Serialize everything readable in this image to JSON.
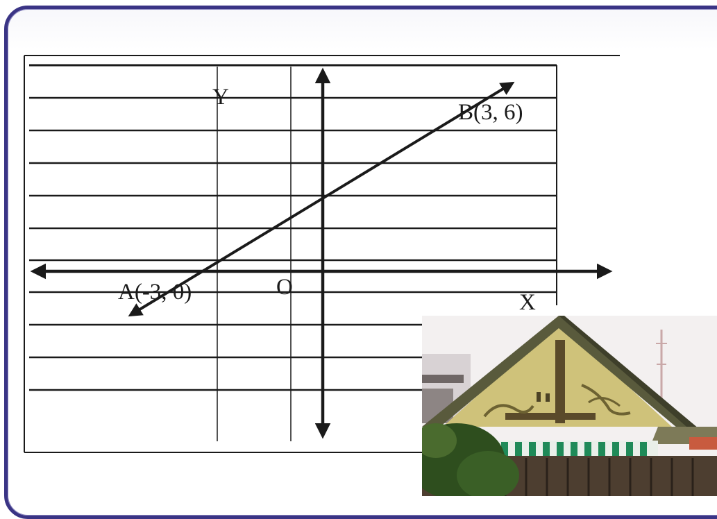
{
  "diagram": {
    "y_axis_label": "Y",
    "x_axis_label": "X",
    "origin_label": "O",
    "point_a_label": "A(-3, 0)",
    "point_b_label": "B(3, 6)"
  },
  "colors": {
    "frame_border": "#3a3485",
    "ink": "#1a1a1a",
    "sky": "#f3f0f0",
    "roof": "#595a3c",
    "gable": "#cfc27a",
    "awning_green": "#1f8a58",
    "foliage": "#2e4e1e"
  },
  "photo": {
    "subject": "house-gable-photo"
  }
}
